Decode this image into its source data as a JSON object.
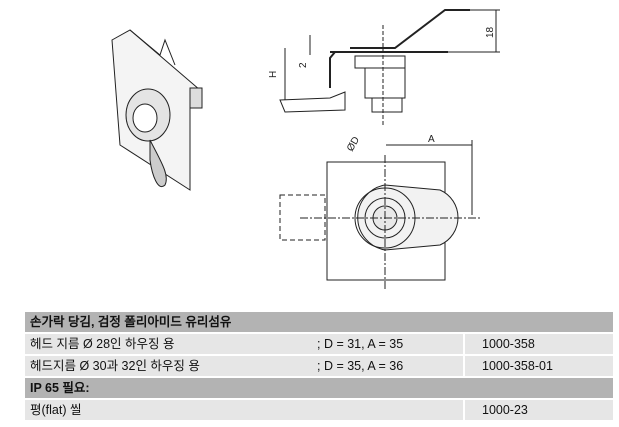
{
  "dimensions": {
    "h": "H",
    "two": "2",
    "eighteen": "18",
    "a": "A",
    "d": "ØD"
  },
  "table": {
    "section1_title": "손가락 당김, 검정 폴리아미드 유리섬유",
    "rows1": [
      {
        "desc": "헤드 지름 Ø 28인 하우징 용",
        "spec": "; D = 31, A = 35",
        "code": "1000-358"
      },
      {
        "desc": "헤드지름 Ø 30과 32인 하우징 용",
        "spec": "; D = 35, A = 36",
        "code": "1000-358-01"
      }
    ],
    "section2_title": "IP 65 필요:",
    "rows2": [
      {
        "desc": "평(flat) 씰",
        "code": "1000-23"
      }
    ]
  }
}
